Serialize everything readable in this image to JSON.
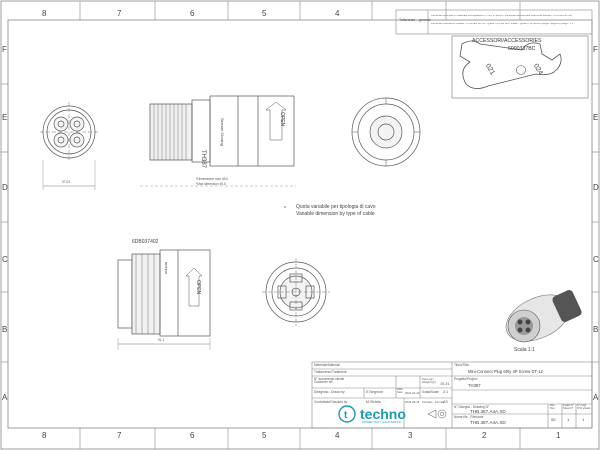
{
  "grid": {
    "columns": [
      "8",
      "7",
      "6",
      "5",
      "4",
      "3",
      "2",
      "1"
    ],
    "rows": [
      "F",
      "E",
      "D",
      "C",
      "B",
      "A"
    ]
  },
  "header": {
    "tolerance_label": "Tolleranze - general",
    "tolerance_lines": [
      "Particolari stampati in materiale termoplastico / ri ISO 2768KM - Particolari lavorati alle macchine utensili / ri UNI EN 22768",
      "Particolari tranciati in metallo / ri UNI EN 22768 - grado IT10 per dim. lineari - grado IT11 punti di piega - angoli di piega : ± 1°"
    ]
  },
  "accessories": {
    "title": "ACCESSORI/ACCESSORIES",
    "code": "6000337BC",
    "wrench_text_left": "021",
    "wrench_text_right": "024"
  },
  "views": {
    "side_marks": [
      "TH387",
      "Serrare Closing",
      "OPEN"
    ],
    "lower_marks": [
      "techno",
      "OPEN"
    ],
    "dim_front_width": "37,04",
    "dim_open_note_1": "*Dimensione max 49,6",
    "dim_open_note_2": "*Max dimension 49,6",
    "dim_lower_length": "91,1",
    "code_lower": "6DB037402"
  },
  "notes": {
    "line_1": "Quota variabile per tipologia di cavo",
    "line_2": "Variable dimension by type of cable",
    "scale": "Scala 1:1"
  },
  "title_block": {
    "material_label": "Materiale/Material:",
    "treatment_label": "Trattamento/Treatment:",
    "doc_client_label": "N° documento cliente\nCustomer ref.",
    "mass_label": "Peso (gr)\nWeight (gr)",
    "mass_value": "19,31",
    "designer_label": "Disegnato - Drawn by",
    "designer_value": "E.Negrone",
    "date_label": "Data\nDate",
    "date_value": "2024-02-19",
    "scale_label": "Scala/Scale",
    "scale_value": "2:1",
    "checker_label": "Controllato/Checked by",
    "checker_value": "M.Strada",
    "check_date": "2024-05-15",
    "format_label": "Formato - Format",
    "format_value": "A3",
    "title_label": "Titolo/Title:",
    "title_value": "Mini-Connect Plug 60ty 4P Screw DT-12",
    "project_label": "Progetto/Project:",
    "project_value": "TH387",
    "drawing_no_label": "N° Disegno - Drawing N°",
    "drawing_no_value": "THB.387.A4A.XD",
    "file_label": "Nome file - Filename",
    "file_value": "THB.387.A4A.XD",
    "rev_label": "Rev.\nRev.",
    "rev_value": "00",
    "sheet_label": "Foglio N°\nSheet N°",
    "sheet_value": "1",
    "sheets_label": "N° Fogli\nN°of sheets",
    "sheets_value": "1",
    "brand_name": "techno",
    "brand_tag": "CONNECTIVITY & AUTOMATION"
  }
}
